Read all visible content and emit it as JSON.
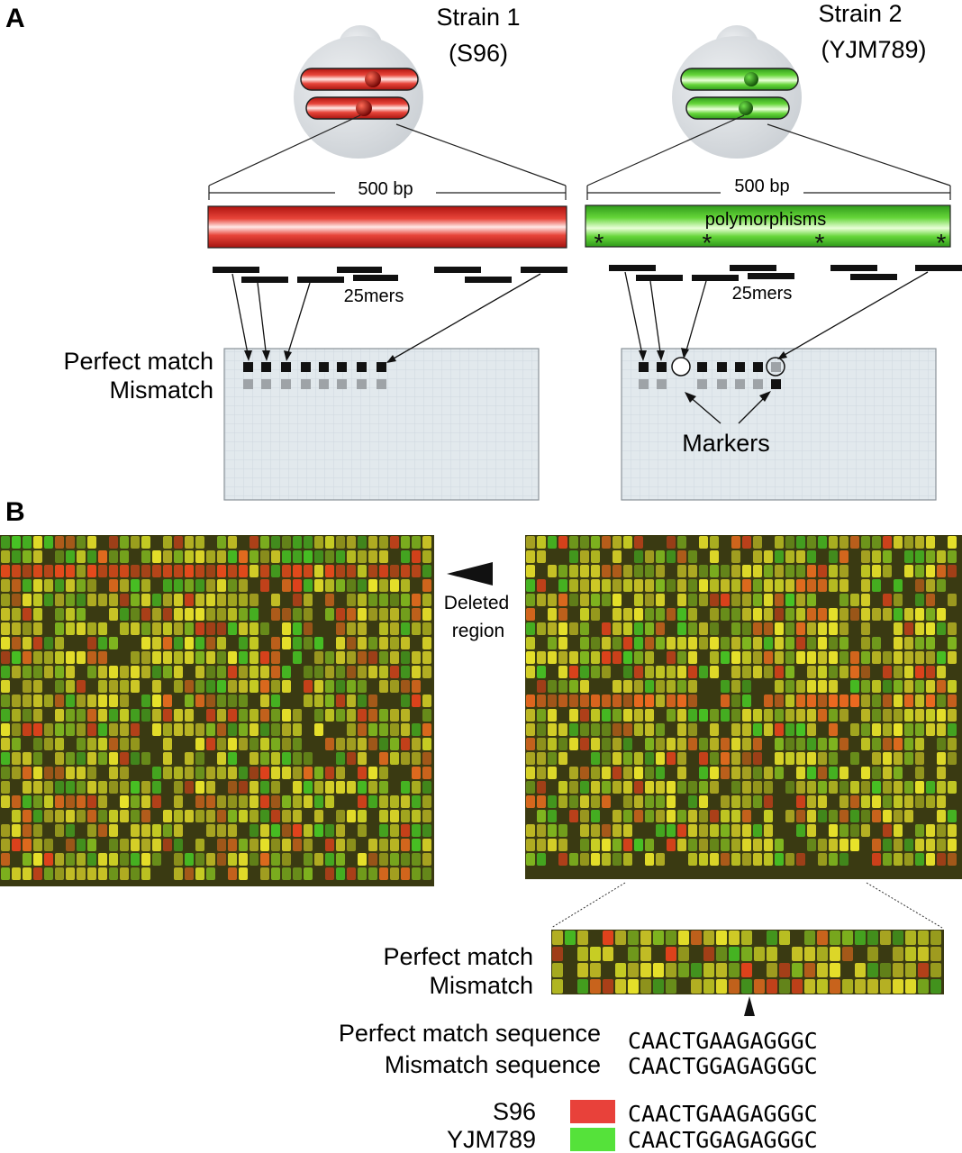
{
  "panel_a": {
    "label": "A",
    "strain1": {
      "name": "Strain 1",
      "code": "(S96)"
    },
    "strain2": {
      "name": "Strain 2",
      "code": "(YJM789)"
    },
    "length_label_left": "500 bp",
    "length_label_right": "500 bp",
    "polymorphisms_label": "polymorphisms",
    "probe_label_left": "25mers",
    "probe_label_right": "25mers",
    "perfect_match_label": "Perfect match",
    "mismatch_label": "Mismatch",
    "markers_label": "Markers",
    "colors": {
      "strain1": "#e8453a",
      "strain2": "#5ccf2a",
      "array": "#dde6ea"
    }
  },
  "panel_b": {
    "label": "B",
    "deleted_region_line1": "Deleted",
    "deleted_region_line2": "region",
    "perfect_match_label": "Perfect match",
    "mismatch_label": "Mismatch",
    "perfect_match_sequence_label": "Perfect match sequence",
    "mismatch_sequence_label": "Mismatch sequence",
    "perfect_match_sequence": "CAACTGAAGAGGGC",
    "mismatch_sequence": "CAACTGGAGAGGGC",
    "legend": [
      {
        "name": "S96",
        "sequence": "CAACTGAAGAGGGC",
        "color": "#e8413a"
      },
      {
        "name": "YJM789",
        "sequence": "CAACTGGAGAGGGC",
        "color": "#55e23a"
      }
    ]
  }
}
